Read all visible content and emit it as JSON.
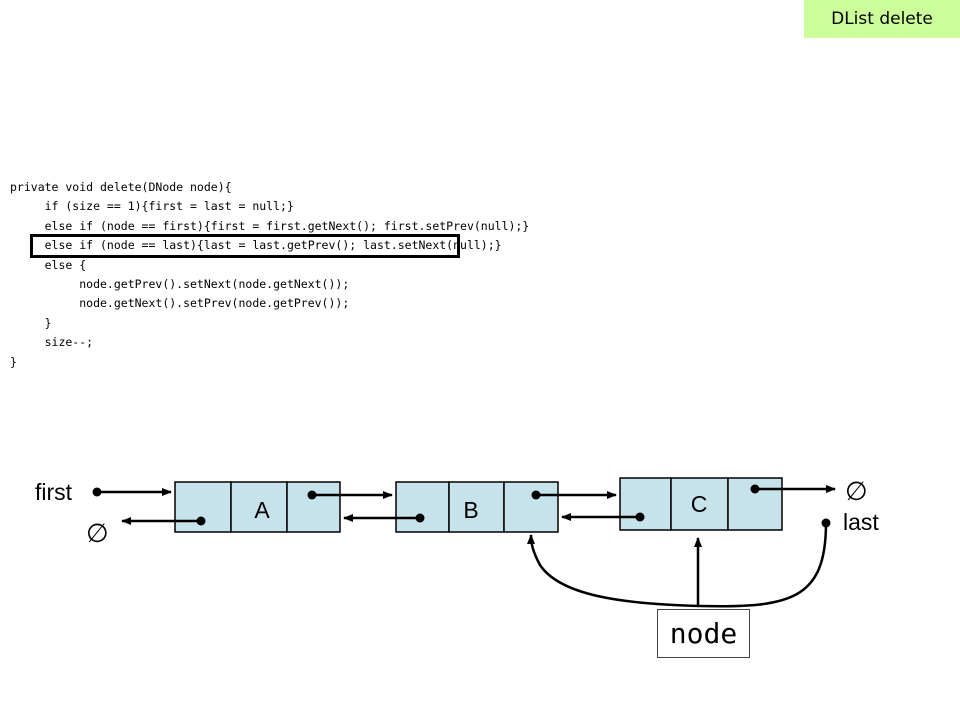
{
  "slide_tag": "DList delete",
  "code": {
    "lines": [
      "private void delete(DNode node){",
      "     if (size == 1){first = last = null;}",
      "     else if (node == first){first = first.getNext(); first.setPrev(null);}",
      "     else if (node == last){last = last.getPrev(); last.setNext(null);}",
      "     else {",
      "          node.getPrev().setNext(node.getNext());",
      "          node.getNext().setPrev(node.getPrev());",
      "     }",
      "     size--;",
      "}"
    ],
    "highlighted_line": 3
  },
  "diagram": {
    "first_label": "first",
    "last_label": "last",
    "null_symbol": "∅",
    "nodes": [
      "A",
      "B",
      "C"
    ],
    "pointer_label": "node",
    "node_fill": "#c6e2ea"
  }
}
